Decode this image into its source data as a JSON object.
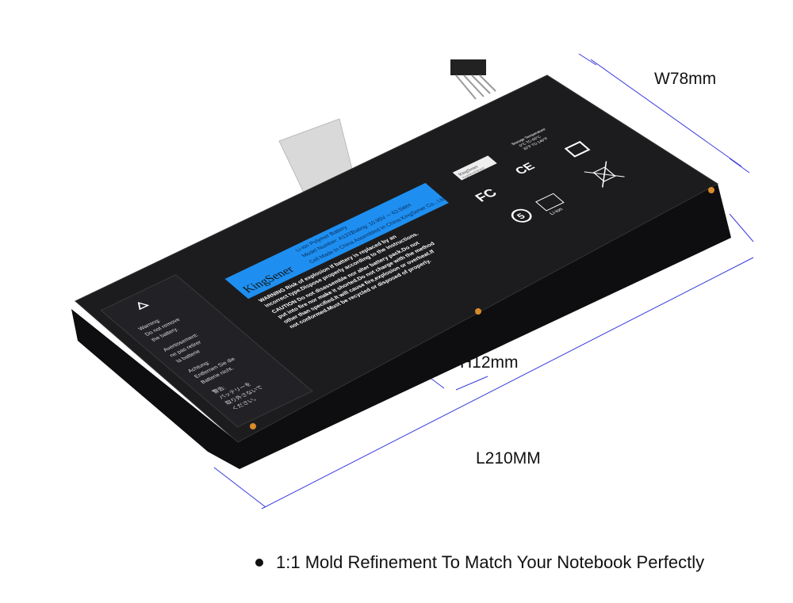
{
  "dimensions": {
    "width": "W78mm",
    "height": "H12mm",
    "length": "L210MM"
  },
  "tagline": "1:1 Mold Refinement To Match Your Notebook Perfectly",
  "label": {
    "brand": "KingSener",
    "line1": "Li-ion Polymer Battery",
    "model": "Model Number: A1331",
    "rating": "Rating: 10.95V ⎓ 63.5WH",
    "origin": "Cell Made In China  Assembled In China  KingSener Co., Ltd",
    "warning1": "WARNING Risk of explosion if battery is replaced by an",
    "warning2": "incorrect type.Dispose properly according to the instructions.",
    "caution1": "CAUTION Do not disassemble nor alter battery pack.Do not",
    "caution2": "put into fire nor make it shorted.Do not charge with the method",
    "caution3": "other than specified.It will cause fire,explosion or overheat.If",
    "caution4": "not conformed.Must be recycled or disposed of properly."
  },
  "side_warning": [
    "Warning:",
    "Do not remove",
    "the battery.",
    "Avertissement:",
    "ne pas retirer",
    "la batterie",
    "Achtung:",
    "Entfernen Sie die",
    "Batterie nicht.",
    "警告:",
    "バッテリーを",
    "取り外さないで",
    "ください。"
  ],
  "small_label": {
    "brand": "KingSener",
    "sub": "Registered Brand"
  },
  "storage": [
    "Storage Temperature",
    "0°C TO 60°C",
    "32°F TO 140°F"
  ],
  "marks": {
    "fc": "FC",
    "ce": "CE",
    "five": "5",
    "liion": "Li-ion"
  },
  "colors": {
    "battery": "#1c1c1e",
    "label_blue": "#1e8ff0",
    "dimension_line": "#3a3ae0",
    "screw": "#d98a2a"
  }
}
